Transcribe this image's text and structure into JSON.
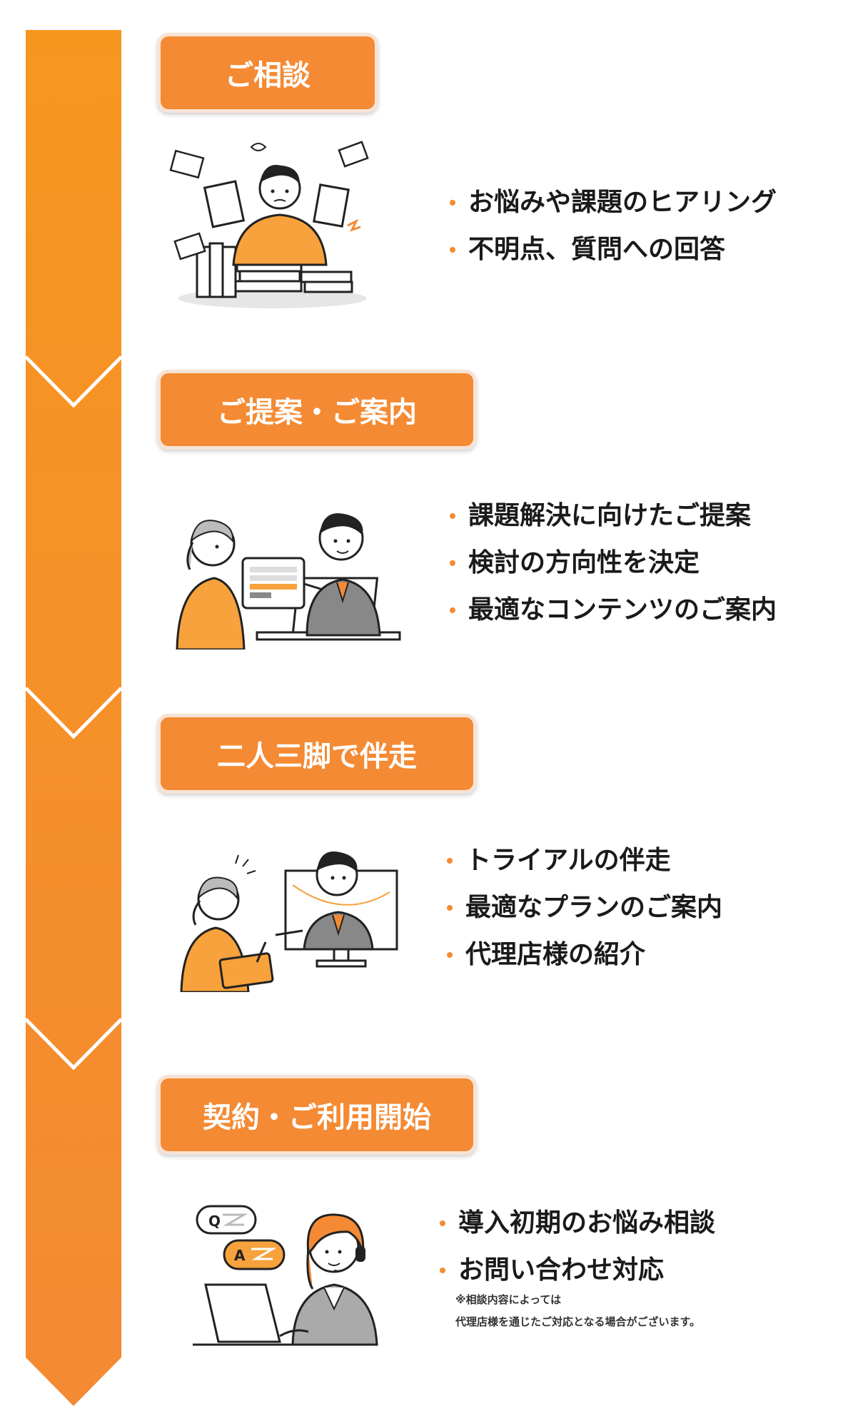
{
  "colors": {
    "accent": "#f48a33",
    "arrow_top": "#f7961f",
    "arrow_bottom": "#f48a33"
  },
  "steps": [
    {
      "title": "ご相談",
      "illustration": "worried-person-with-paperwork",
      "bullets": [
        "お悩みや課題のヒアリング",
        "不明点、質問への回答"
      ]
    },
    {
      "title": "ご提案・ご案内",
      "illustration": "consultant-presenting-tablet",
      "bullets": [
        "課題解決に向けたご提案",
        "検討の方向性を決定",
        "最適なコンテンツのご案内"
      ]
    },
    {
      "title": "二人三脚で伴走",
      "illustration": "online-coaching-session",
      "bullets": [
        "トライアルの伴走",
        "最適なプランのご案内",
        "代理店様の紹介"
      ]
    },
    {
      "title": "契約・ご利用開始",
      "illustration": "support-operator-with-headset",
      "bullets": [
        "導入初期のお悩み相談",
        "お問い合わせ対応"
      ],
      "note_lines": [
        "※相談内容によっては",
        "代理店様を通じたご対応となる場合がございます。"
      ]
    }
  ],
  "qa_bubbles": {
    "q": "Q",
    "a": "A"
  }
}
